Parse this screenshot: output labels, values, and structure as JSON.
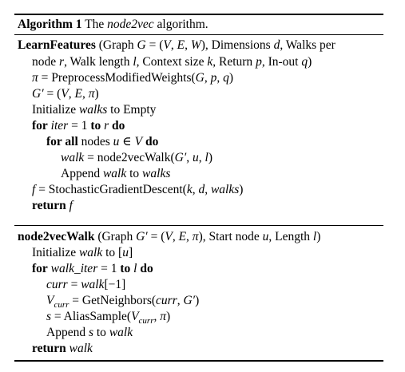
{
  "algorithm": {
    "label": "Algorithm 1",
    "title_prefix": "The",
    "title_name": "node2vec",
    "title_suffix": "algorithm."
  },
  "lines": [
    "LearnFeatures (Graph G = (V, E, W), Dimensions d, Walks per",
    "node r, Walk length l, Context size k, Return p, In-out q)",
    "π = PreprocessModifiedWeights(G, p, q)",
    "G′ = (V, E, π)",
    "Initialize walks to Empty",
    "for iter = 1 to r do",
    "for all nodes u ∈ V do",
    "walk = node2vecWalk(G′, u, l)",
    "Append walk to walks",
    "f = StochasticGradientDescent(k, d, walks)",
    "return f",
    "node2vecWalk (Graph G′ = (V, E, π), Start node u, Length l)",
    "Initialize walk to [u]",
    "for walk_iter = 1 to l do",
    "curr = walk[−1]",
    "V_curr = GetNeighbors(curr, G′)",
    "s = AliasSample(V_curr, π)",
    "Append s to walk",
    "return walk"
  ]
}
